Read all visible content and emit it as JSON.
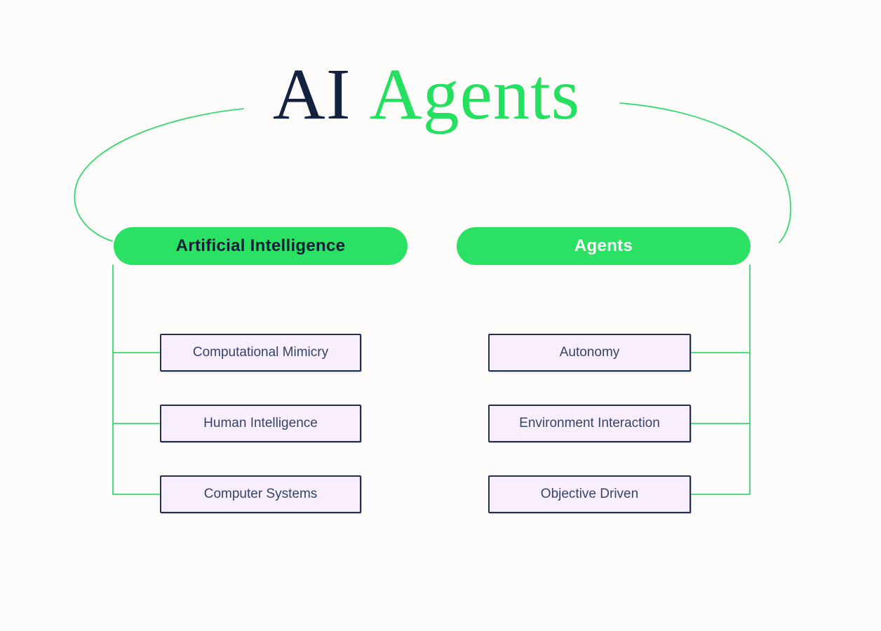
{
  "title": {
    "ai": "AI",
    "agents": "Agents"
  },
  "branches": [
    {
      "label": "Artificial Intelligence",
      "children": [
        "Computational Mimicry",
        "Human Intelligence",
        "Computer Systems"
      ]
    },
    {
      "label": "Agents",
      "children": [
        "Autonomy",
        "Environment Interaction",
        "Objective Driven"
      ]
    }
  ],
  "colors": {
    "accent_green": "#24e05f",
    "line_green": "#35d96f",
    "pill_green": "#2ae163",
    "dark_navy": "#13233f",
    "node_fill": "#f8eefe",
    "node_border": "#20304f",
    "node_text": "#35446a",
    "background": "#fdfcfa"
  }
}
